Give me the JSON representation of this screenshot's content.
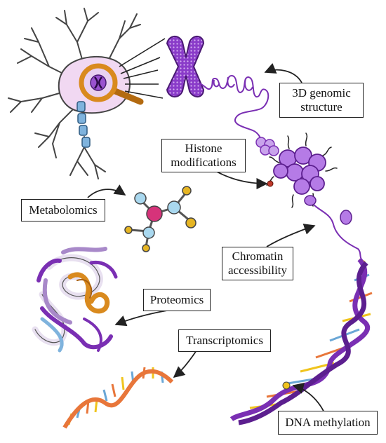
{
  "labels": {
    "genomic": [
      "3D genomic",
      "structure"
    ],
    "histone": [
      "Histone",
      "modifications"
    ],
    "metabolomics": "Metabolomics",
    "chromatin": [
      "Chromatin",
      "accessibility"
    ],
    "proteomics": "Proteomics",
    "transcriptomics": "Transcriptomics",
    "methylation": "DNA methylation"
  },
  "colors": {
    "purple": "#7a2fb3",
    "lavender": "#c9a3ec",
    "neuron_body": "#f1d8f2",
    "magnifier": "#d98a1e",
    "myelin": "#7fb3dd",
    "metab_pink": "#d6337a",
    "metab_blue": "#a9d8ef",
    "metab_yellow": "#e6b523",
    "rna_orange": "#e8763a",
    "base_yellow": "#f0c41d",
    "base_blue": "#6aa7d6"
  }
}
